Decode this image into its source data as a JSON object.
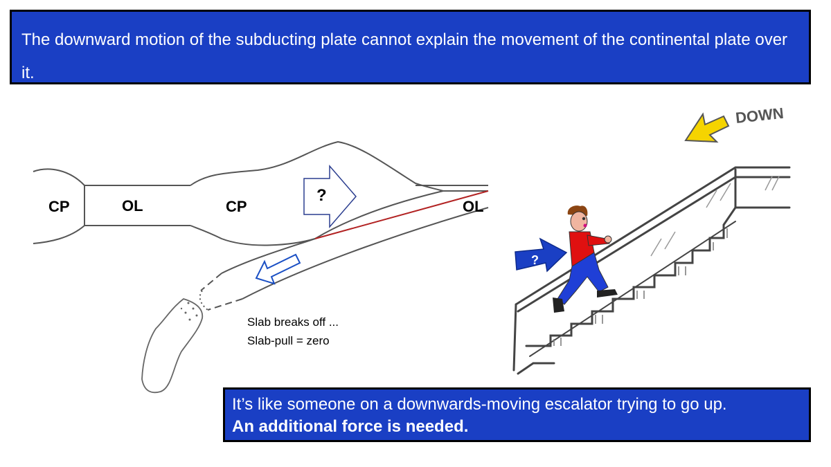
{
  "top_banner": {
    "text": "The downward motion of the subducting plate cannot explain the movement of the continental plate over it."
  },
  "diagram": {
    "labels": {
      "cp_left": "CP",
      "ol_left": "OL",
      "cp_right": "CP",
      "ol_right": "OL",
      "question_main": "?",
      "question_escalator": "?"
    },
    "slab_note_line1": "Slab breaks off ...",
    "slab_note_line2": "Slab-pull = zero",
    "down_sign": "DOWN",
    "colors": {
      "banner": "#1a3fc4",
      "contact_line": "#b22222",
      "down_arrow": "#f5d400",
      "shirt": "#e01010",
      "pants": "#1f3fd6"
    }
  },
  "bottom_banner": {
    "line1": "It’s like someone on a downwards-moving escalator trying to go up.",
    "line2": "An additional force is needed."
  }
}
